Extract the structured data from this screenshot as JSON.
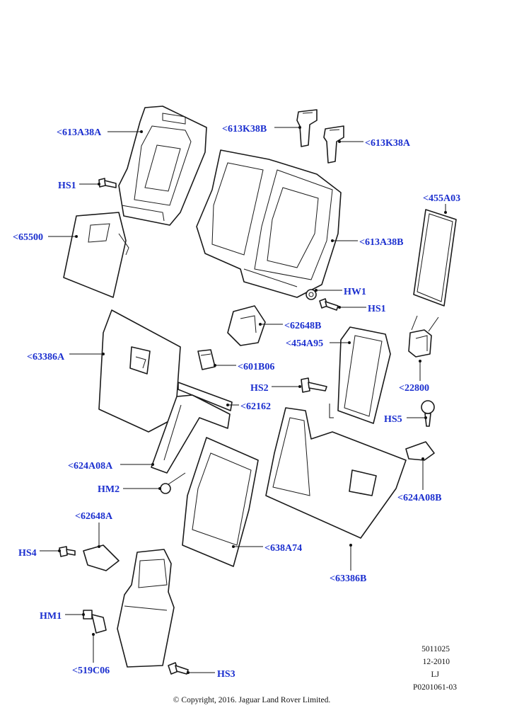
{
  "colors": {
    "callout": "#1b2fcf",
    "line": "#111111",
    "background": "#ffffff"
  },
  "callouts": {
    "c613A38A": "<613A38A",
    "c613K38B": "<613K38B",
    "c613K38A": "<613K38A",
    "cHS1a": "HS1",
    "c455A03": "<455A03",
    "c65500": "<65500",
    "c613A38B": "<613A38B",
    "cHW1": "HW1",
    "cHS1b": "HS1",
    "c62648B": "<62648B",
    "c454A95": "<454A95",
    "c63386A": "<63386A",
    "c601B06": "<601B06",
    "cHS2": "HS2",
    "c22800": "<22800",
    "c62162": "<62162",
    "cHS5": "HS5",
    "c624A08A": "<624A08A",
    "cHM2": "HM2",
    "c624A08B": "<624A08B",
    "c62648A": "<62648A",
    "cHS4": "HS4",
    "c638A74": "<638A74",
    "c63386B": "<63386B",
    "cHM1": "HM1",
    "c519C06": "<519C06",
    "cHS3": "HS3"
  },
  "meta": {
    "code": "5011025",
    "date": "12-2010",
    "initials": "LJ",
    "ref": "P0201061-03",
    "copyright": "© Copyright, 2016. Jaguar Land Rover Limited."
  }
}
